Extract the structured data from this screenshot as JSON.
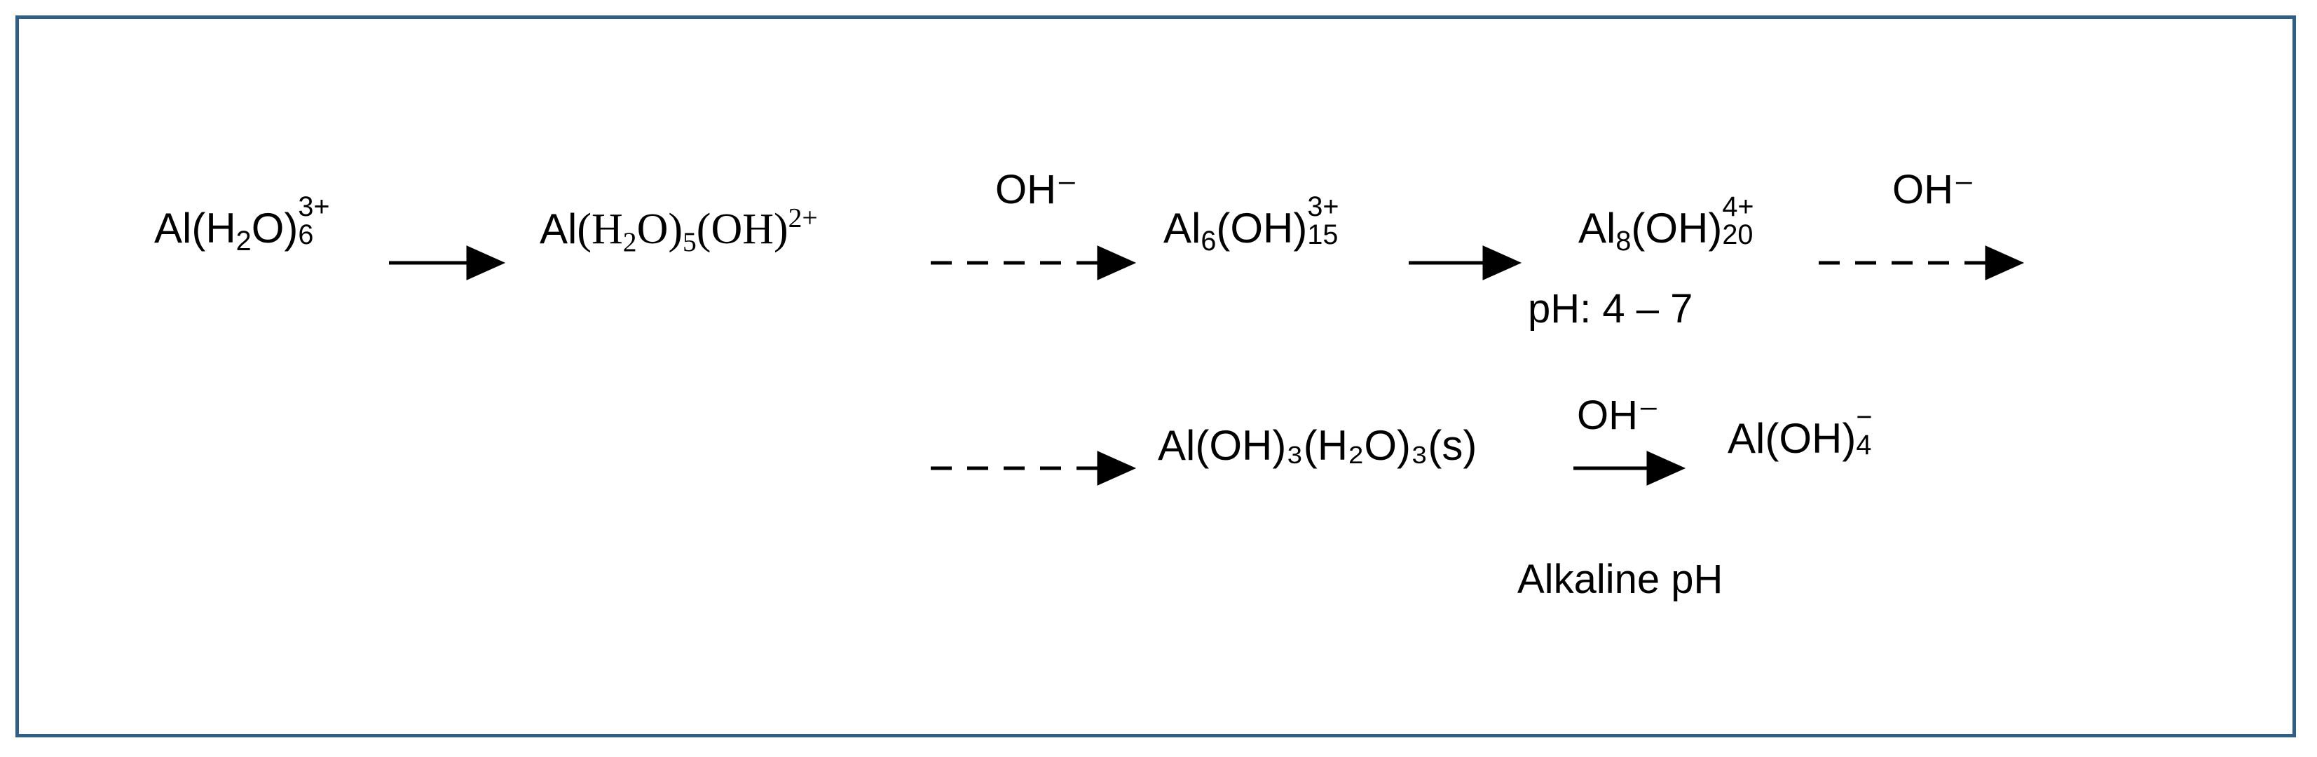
{
  "species": {
    "hexaaqua": {
      "main": "Al(H",
      "sub_h": "2",
      "mid": "O)",
      "sup": "3+",
      "sub": "6"
    },
    "pentaaqua": {
      "a": "Al",
      "b": "(H",
      "c": "2",
      "d": "O)",
      "e": "5",
      "f": "(OH)",
      "g": "2+"
    },
    "al6": {
      "a": "Al",
      "b": "6",
      "c": "(OH)",
      "sup": "3+",
      "sub": "15"
    },
    "al8": {
      "a": "Al",
      "b": "8",
      "c": "(OH)",
      "sup": "4+",
      "sub": "20"
    },
    "hydroxide_solid": {
      "text": "Al(OH)₃(H₂O)₃(s)"
    },
    "aluminate": {
      "a": "Al(OH)",
      "sup": "−",
      "sub": "4"
    }
  },
  "labels": {
    "oh_1": "OH⁻",
    "oh_2": "OH⁻",
    "oh_3": "OH⁻",
    "ph_range": "pH: 4 – 7",
    "alkaline": "Alkaline pH"
  },
  "arrows": [
    {
      "style": "solid"
    },
    {
      "style": "dashed"
    },
    {
      "style": "solid"
    },
    {
      "style": "dashed"
    },
    {
      "style": "dashed"
    },
    {
      "style": "solid"
    }
  ],
  "colors": {
    "frame": "#2f5f86",
    "ink": "#000000"
  }
}
